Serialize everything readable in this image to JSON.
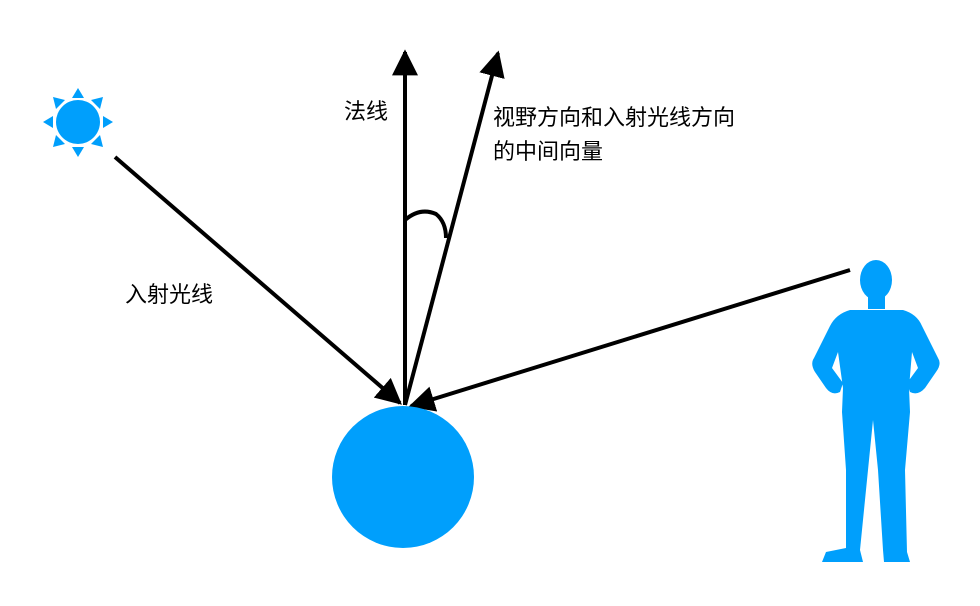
{
  "labels": {
    "normal": "法线",
    "incident_light": "入射光线",
    "half_vector_line1": "视野方向和入射光线方向",
    "half_vector_line2": "的中间向量"
  },
  "colors": {
    "accent_blue": "#009ffc",
    "arrow": "#000000",
    "background": "#ffffff"
  },
  "icons": {
    "light_source": "sun-icon",
    "viewer": "person-silhouette-icon"
  }
}
